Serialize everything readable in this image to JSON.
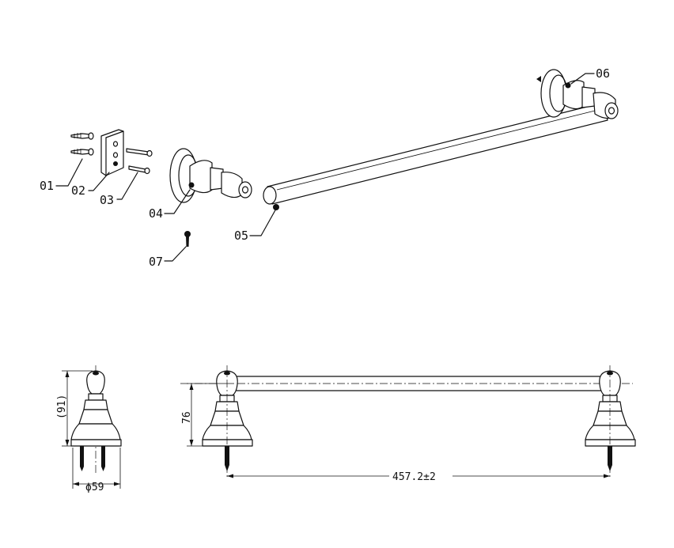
{
  "diagram": {
    "part_labels": [
      {
        "id": "p01",
        "text": "01"
      },
      {
        "id": "p02",
        "text": "02"
      },
      {
        "id": "p03",
        "text": "03"
      },
      {
        "id": "p04",
        "text": "04"
      },
      {
        "id": "p05",
        "text": "05"
      },
      {
        "id": "p06",
        "text": "06"
      },
      {
        "id": "p07",
        "text": "07"
      }
    ],
    "dimensions": {
      "side_height": "(91)",
      "side_diameter": "ϕ59",
      "front_height": "76",
      "front_length": "457.2±2"
    }
  }
}
